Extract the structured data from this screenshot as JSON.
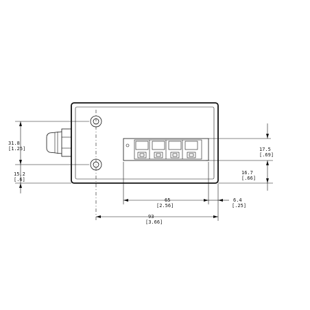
{
  "drawing": {
    "dimensions": [
      {
        "id": "height-between-holes",
        "mm": "31.8",
        "inch": "[1.25]"
      },
      {
        "id": "hole-offset-bottom",
        "mm": "15.2",
        "inch": "[.6]"
      },
      {
        "id": "terminal-top",
        "mm": "17.5",
        "inch": "[.69]"
      },
      {
        "id": "terminal-bottom",
        "mm": "16.7",
        "inch": "[.66]"
      },
      {
        "id": "terminal-width",
        "mm": "65",
        "inch": "[2.56]"
      },
      {
        "id": "right-margin",
        "mm": "6.4",
        "inch": "[.25]"
      },
      {
        "id": "overall-width",
        "mm": "93",
        "inch": "[3.66]"
      }
    ]
  }
}
